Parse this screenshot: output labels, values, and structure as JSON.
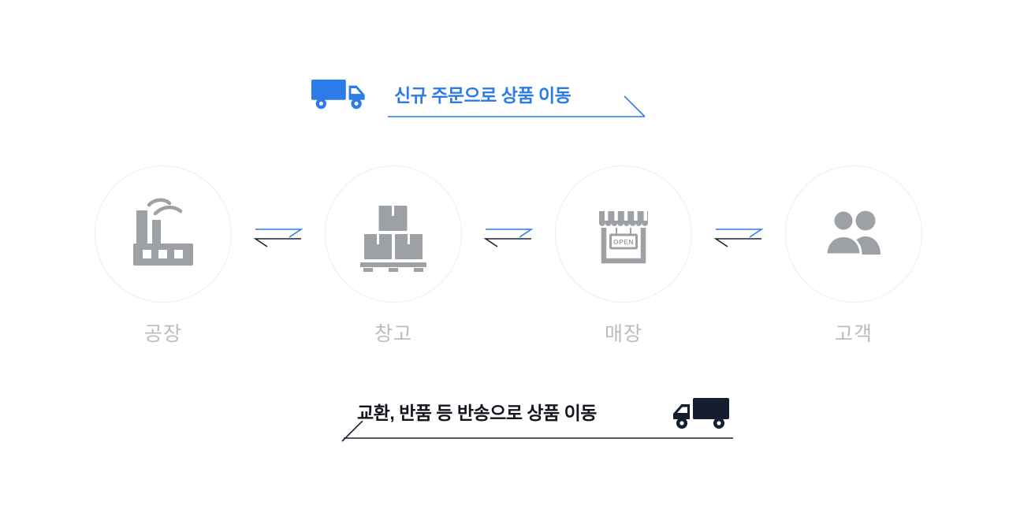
{
  "colors": {
    "accent_blue": "#2b7ce9",
    "dark_navy": "#151d2e",
    "icon_gray": "#9da1a6",
    "label_gray": "#b9bcc0",
    "circle_border": "#ededee",
    "text_dark": "#12151c"
  },
  "top_flow": {
    "label": "신규 주문으로 상품 이동",
    "truck_icon": "truck-right-icon",
    "direction": "right"
  },
  "bottom_flow": {
    "label": "교환, 반품 등 반송으로 상품 이동",
    "truck_icon": "truck-left-icon",
    "direction": "left"
  },
  "nodes": [
    {
      "label": "공장",
      "icon": "factory-icon"
    },
    {
      "label": "창고",
      "icon": "warehouse-boxes-icon"
    },
    {
      "label": "매장",
      "icon": "storefront-icon",
      "sign_text": "OPEN"
    },
    {
      "label": "고객",
      "icon": "customers-icon"
    }
  ],
  "connectors": {
    "count": 3,
    "icon": "two-way-arrows-icon"
  }
}
